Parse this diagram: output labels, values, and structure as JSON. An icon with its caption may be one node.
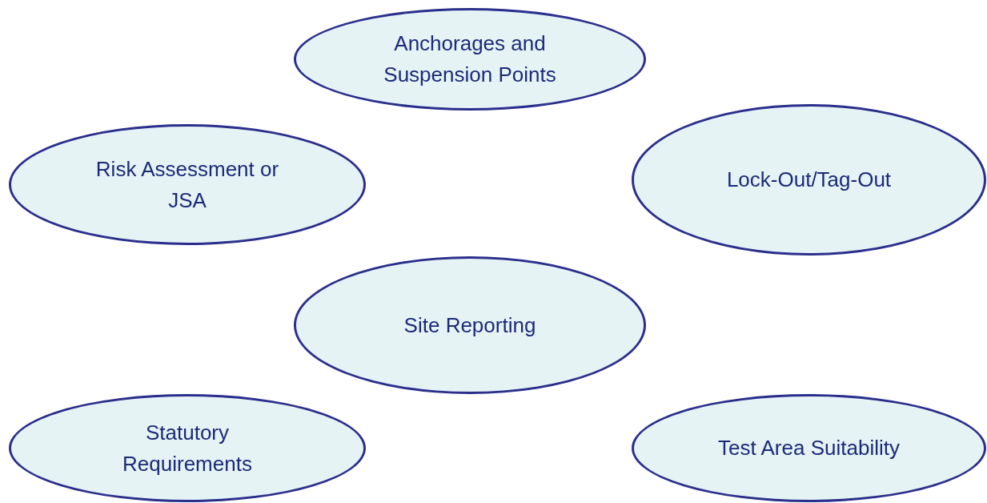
{
  "diagram": {
    "nodes": [
      {
        "text": [
          "Anchorages and Suspension Points"
        ]
      },
      {
        "text": [
          "Risk Assessment or JSA"
        ]
      },
      {
        "text": [
          "Lock-Out/Tag-Out"
        ]
      },
      {
        "text": [
          "Site Reporting"
        ]
      },
      {
        "text": [
          "Statutory Requirements"
        ]
      },
      {
        "text": [
          "Test Area Suitability"
        ]
      }
    ]
  }
}
